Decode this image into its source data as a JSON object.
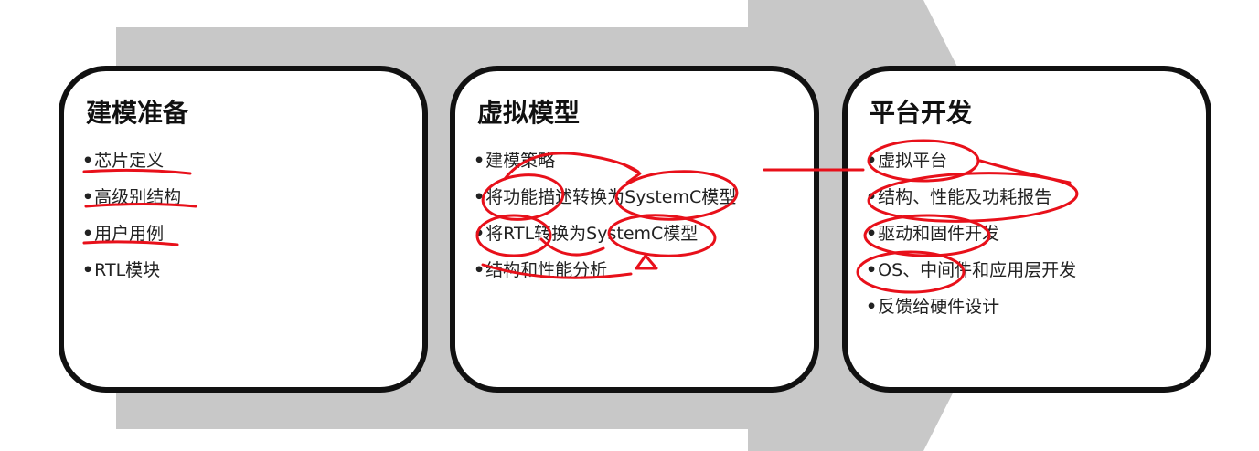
{
  "colors": {
    "arrow": "#c8c8c8",
    "box_border": "#111111",
    "annotation_ink": "#e8101a",
    "text": "#222222"
  },
  "stages": [
    {
      "title": "建模准备",
      "items": [
        "芯片定义",
        "高级别结构",
        "用户用例",
        "RTL模块"
      ]
    },
    {
      "title": "虚拟模型",
      "items": [
        "建模策略",
        "将功能描述转换为SystemC模型",
        "将RTL转换为SystemC模型",
        "结构和性能分析"
      ]
    },
    {
      "title": "平台开发",
      "items": [
        "虚拟平台",
        "结构、性能及功耗报告",
        "驱动和固件开发",
        "OS、中间件和应用层开发",
        "反馈给硬件设计"
      ]
    }
  ]
}
